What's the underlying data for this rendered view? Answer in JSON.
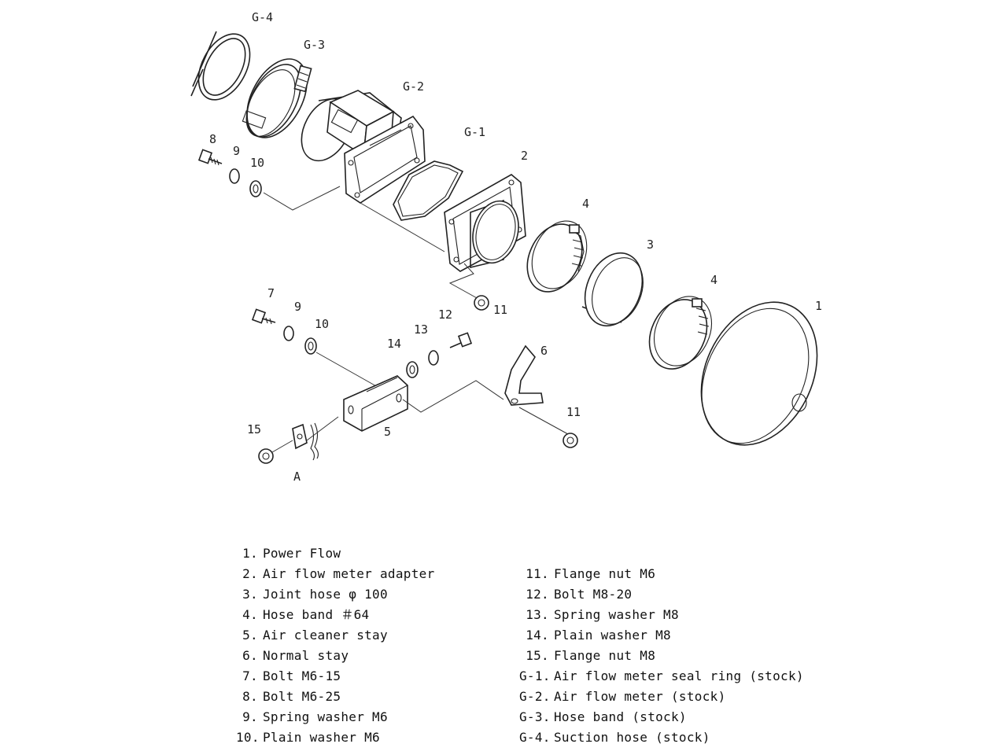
{
  "diagram": {
    "labels": {
      "g4": "G-4",
      "g3": "G-3",
      "g2": "G-2",
      "g1": "G-1",
      "p2": "2",
      "p4a": "4",
      "p3": "3",
      "p4b": "4",
      "p1": "1",
      "p8": "8",
      "p9a": "9",
      "p10a": "10",
      "p7": "7",
      "p9b": "9",
      "p10b": "10",
      "p11a": "11",
      "p12": "12",
      "p13": "13",
      "p14": "14",
      "p6": "6",
      "p11b": "11",
      "p15": "15",
      "p5": "5",
      "detailA": "A"
    }
  },
  "legend_left": [
    {
      "num": "1.",
      "text": "Power Flow"
    },
    {
      "num": "2.",
      "text": "Air flow meter adapter"
    },
    {
      "num": "3.",
      "text": "Joint hose φ 100"
    },
    {
      "num": "4.",
      "text": "Hose band ＃64"
    },
    {
      "num": "5.",
      "text": "Air cleaner stay"
    },
    {
      "num": "6.",
      "text": "Normal stay"
    },
    {
      "num": "7.",
      "text": "Bolt M6-15"
    },
    {
      "num": "8.",
      "text": "Bolt M6-25"
    },
    {
      "num": "9.",
      "text": "Spring washer M6"
    },
    {
      "num": "10.",
      "text": "Plain washer M6"
    }
  ],
  "legend_right": [
    {
      "num": "11.",
      "text": "Flange nut M6"
    },
    {
      "num": "12.",
      "text": "Bolt M8-20"
    },
    {
      "num": "13.",
      "text": "Spring washer M8"
    },
    {
      "num": "14.",
      "text": "Plain washer M8"
    },
    {
      "num": "15.",
      "text": "Flange nut M8"
    },
    {
      "num": "G-1.",
      "text": "Air flow meter seal ring (stock)"
    },
    {
      "num": "G-2.",
      "text": "Air flow meter (stock)"
    },
    {
      "num": "G-3.",
      "text": "Hose band (stock)"
    },
    {
      "num": "G-4.",
      "text": "Suction hose (stock)"
    }
  ]
}
